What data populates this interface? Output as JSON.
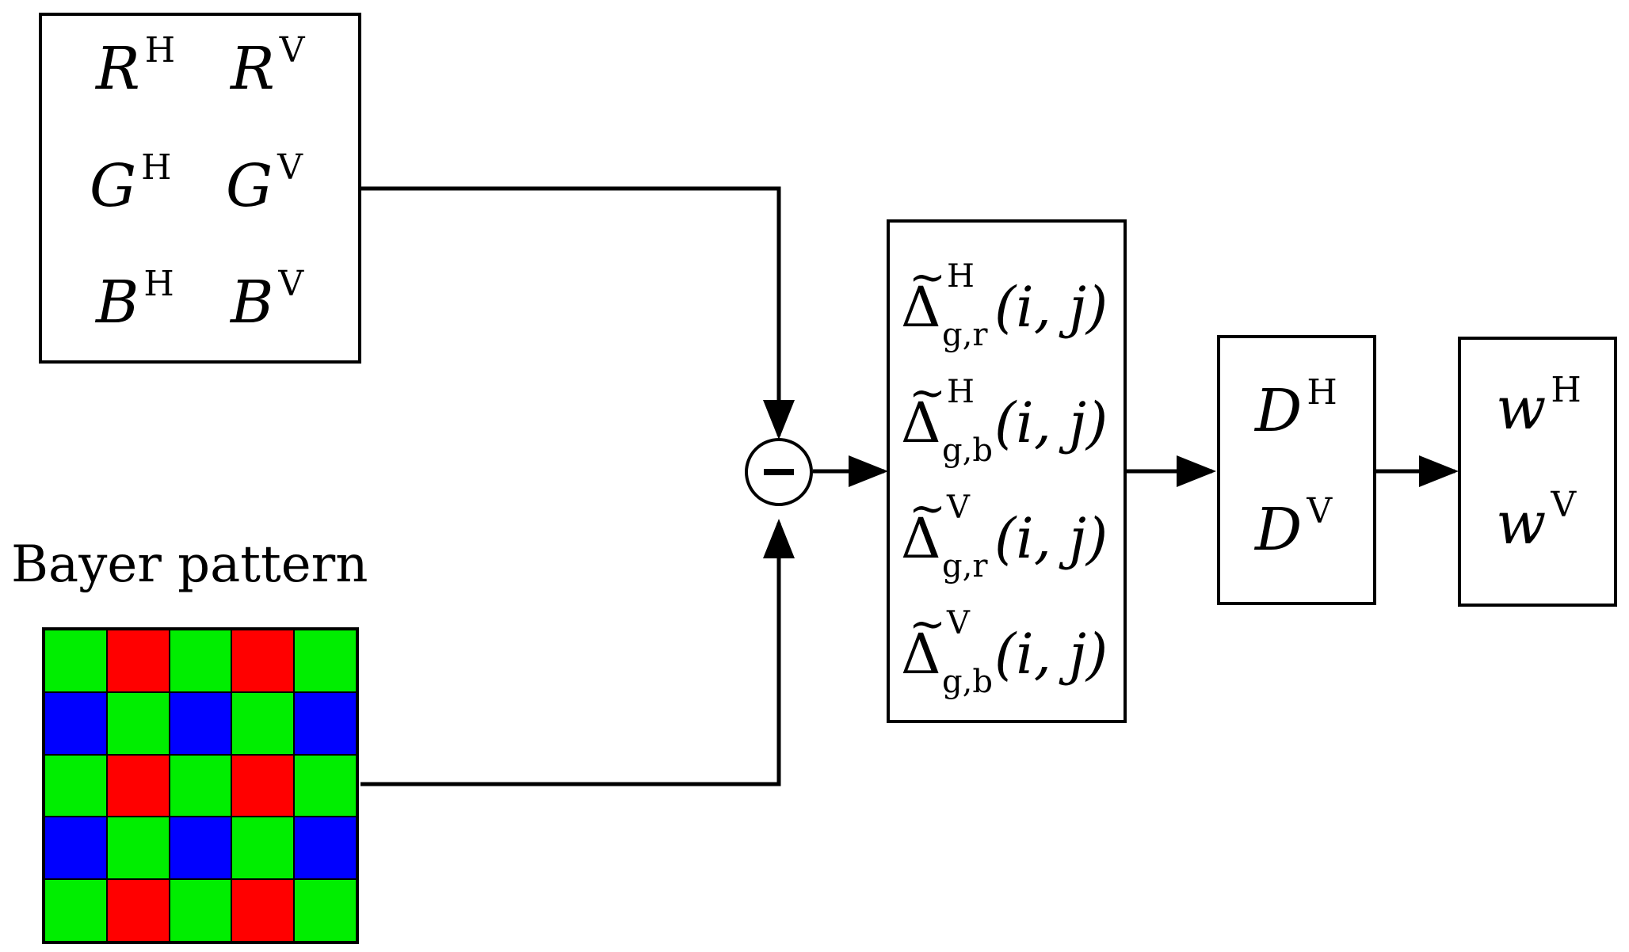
{
  "input_box": {
    "rows": [
      [
        {
          "base": "R",
          "sup": "H"
        },
        {
          "base": "R",
          "sup": "V"
        }
      ],
      [
        {
          "base": "G",
          "sup": "H"
        },
        {
          "base": "G",
          "sup": "V"
        }
      ],
      [
        {
          "base": "B",
          "sup": "H"
        },
        {
          "base": "B",
          "sup": "V"
        }
      ]
    ]
  },
  "bayer": {
    "label": "Bayer pattern",
    "grid": [
      [
        "green",
        "red",
        "green",
        "red",
        "green"
      ],
      [
        "blue",
        "green",
        "blue",
        "green",
        "blue"
      ],
      [
        "green",
        "red",
        "green",
        "red",
        "green"
      ],
      [
        "blue",
        "green",
        "blue",
        "green",
        "blue"
      ],
      [
        "green",
        "red",
        "green",
        "red",
        "green"
      ]
    ],
    "colors": {
      "green": "#00ee00",
      "red": "#ff0000",
      "blue": "#0000ff"
    }
  },
  "operator": {
    "symbol": "minus"
  },
  "delta_box": {
    "symbol": "Δ",
    "tilde": "~",
    "args": "(i, j)",
    "items": [
      {
        "sup": "H",
        "sub": "g,r"
      },
      {
        "sup": "H",
        "sub": "g,b"
      },
      {
        "sup": "V",
        "sub": "g,r"
      },
      {
        "sup": "V",
        "sub": "g,b"
      }
    ]
  },
  "d_box": {
    "items": [
      {
        "base": "D",
        "sup": "H"
      },
      {
        "base": "D",
        "sup": "V"
      }
    ]
  },
  "w_box": {
    "items": [
      {
        "base": "w",
        "sup": "H"
      },
      {
        "base": "w",
        "sup": "V"
      }
    ]
  }
}
